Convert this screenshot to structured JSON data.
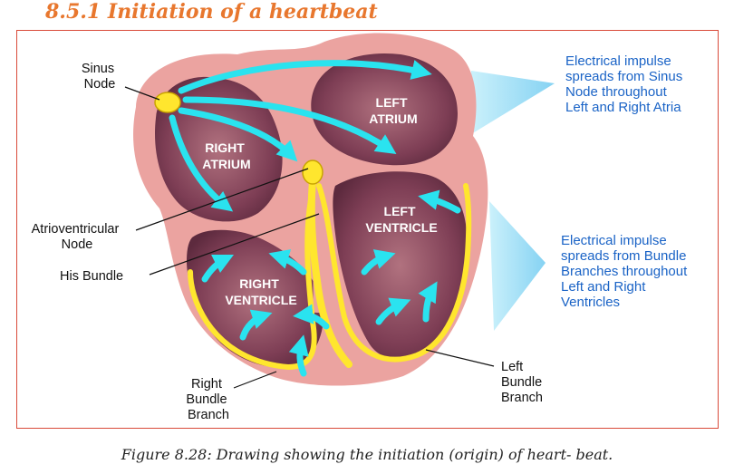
{
  "section_title": "8.5.1 Initiation of a heartbeat",
  "chambers": {
    "left_atrium": [
      "LEFT",
      "ATRIUM"
    ],
    "right_atrium": [
      "RIGHT",
      "ATRIUM"
    ],
    "left_ventricle": [
      "LEFT",
      "VENTRICLE"
    ],
    "right_ventricle": [
      "RIGHT",
      "VENTRICLE"
    ]
  },
  "labels": {
    "sinus_node": [
      "Sinus",
      "Node"
    ],
    "av_node": [
      "Atrioventricular",
      "Node"
    ],
    "his_bundle": [
      "His Bundle"
    ],
    "right_bundle": [
      "Right",
      "Bundle",
      "Branch"
    ],
    "left_bundle": [
      "Left",
      "Bundle",
      "Branch"
    ]
  },
  "notes": {
    "atria": [
      "Electrical impulse",
      "spreads from Sinus",
      "Node throughout",
      "Left and Right Atria"
    ],
    "ventricles": [
      "Electrical impulse",
      "spreads from Bundle",
      "Branches throughout",
      "Left and Right",
      "Ventricles"
    ]
  },
  "colors": {
    "heading": "#e8772e",
    "frame_border": "#d94a3a",
    "heart_tissue": "#eba3a0",
    "chamber": "#7e3e55",
    "impulse_arrow": "#2ae3ef",
    "conduction": "#ffe62e",
    "note_text": "#1a63c6"
  },
  "caption": "Figure 8.28: Drawing showing the initiation (origin) of heart- beat."
}
